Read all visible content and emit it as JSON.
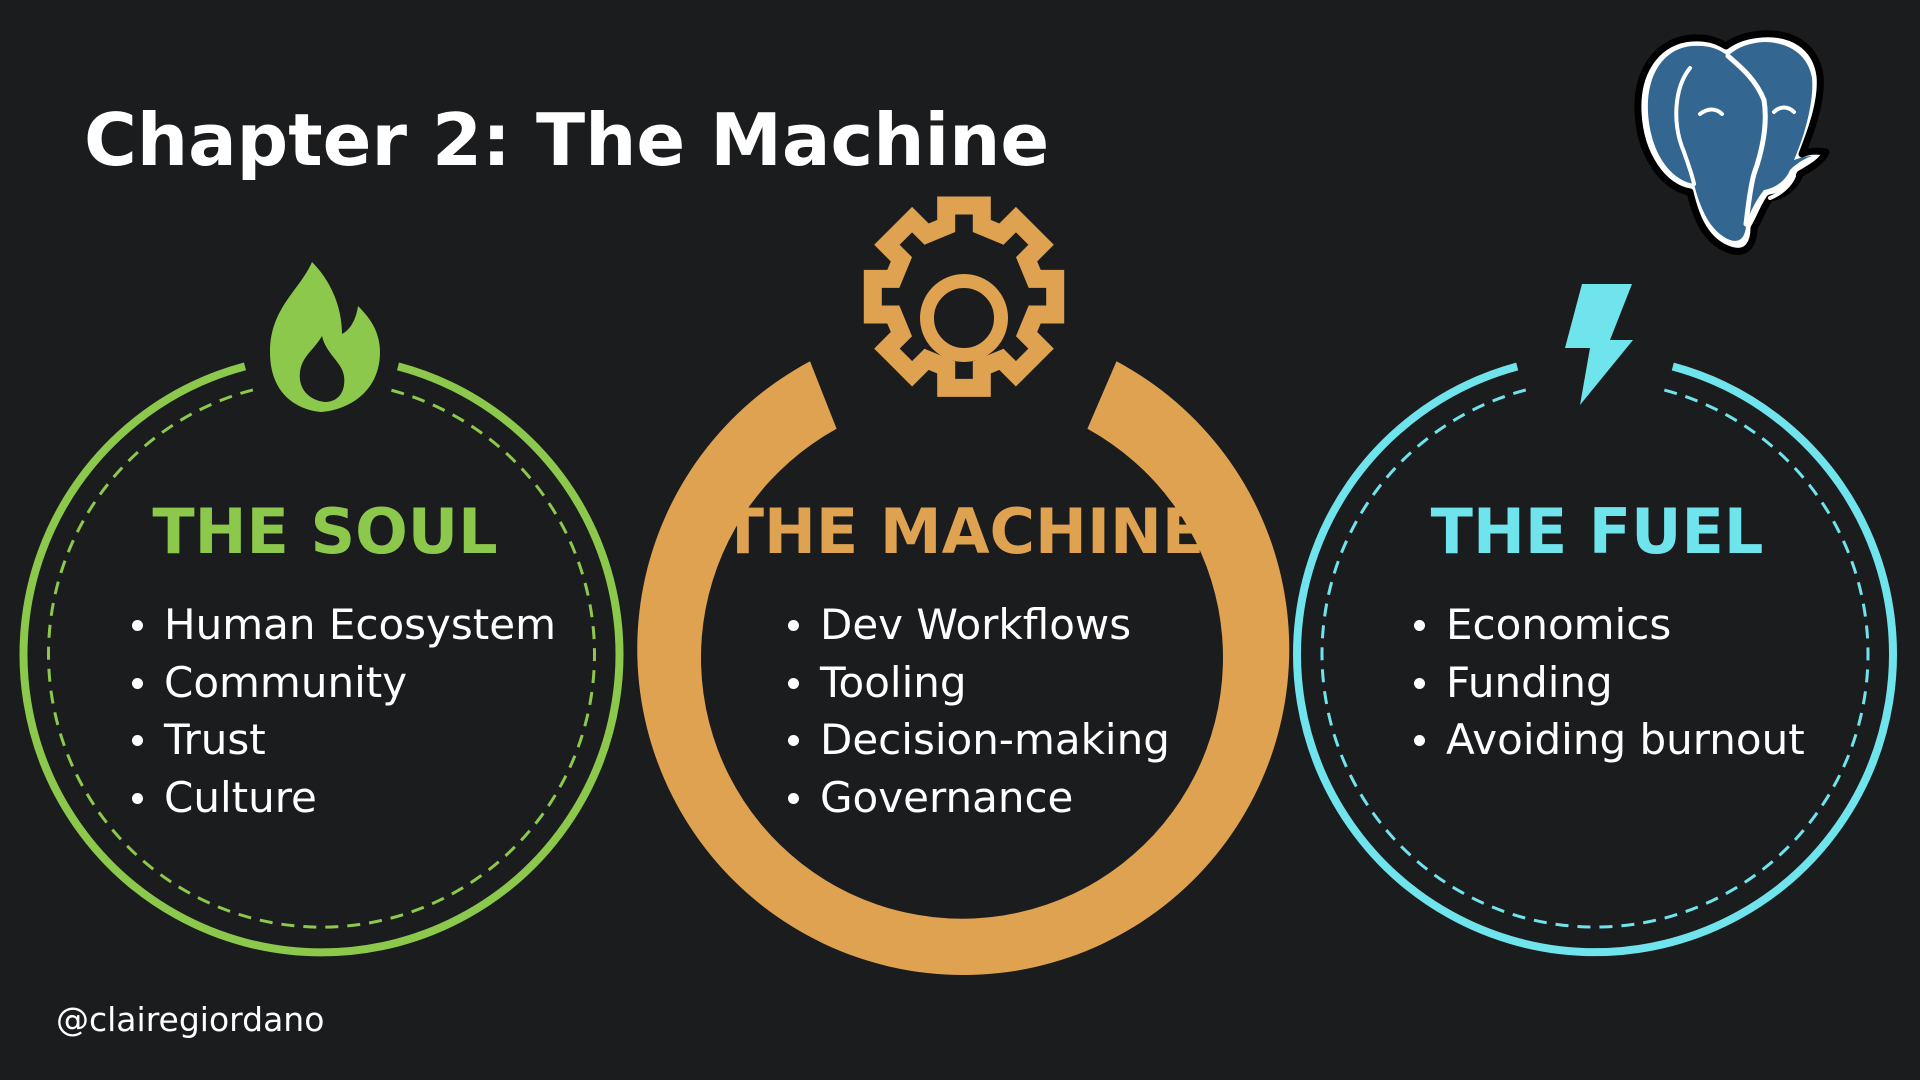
{
  "slide": {
    "title": "Chapter 2: The Machine",
    "handle": "@clairegiordano"
  },
  "colors": {
    "background": "#1b1c1e",
    "soul": "#8cc84b",
    "machine": "#dfa251",
    "fuel": "#70e4ec",
    "text": "#ffffff",
    "logo_blue": "#336791"
  },
  "circles": [
    {
      "key": "soul",
      "icon": "flame-icon",
      "heading": "THE SOUL",
      "items": [
        "Human Ecosystem",
        "Community",
        "Trust",
        "Culture"
      ]
    },
    {
      "key": "machine",
      "icon": "gear-icon",
      "heading": "THE MACHINE",
      "items": [
        "Dev Workflows",
        "Tooling",
        "Decision-making",
        "Governance"
      ]
    },
    {
      "key": "fuel",
      "icon": "lightning-bolt-icon",
      "heading": "THE FUEL",
      "items": [
        "Economics",
        "Funding",
        "Avoiding burnout"
      ]
    }
  ],
  "logo": {
    "icon": "postgresql-elephant-icon"
  }
}
